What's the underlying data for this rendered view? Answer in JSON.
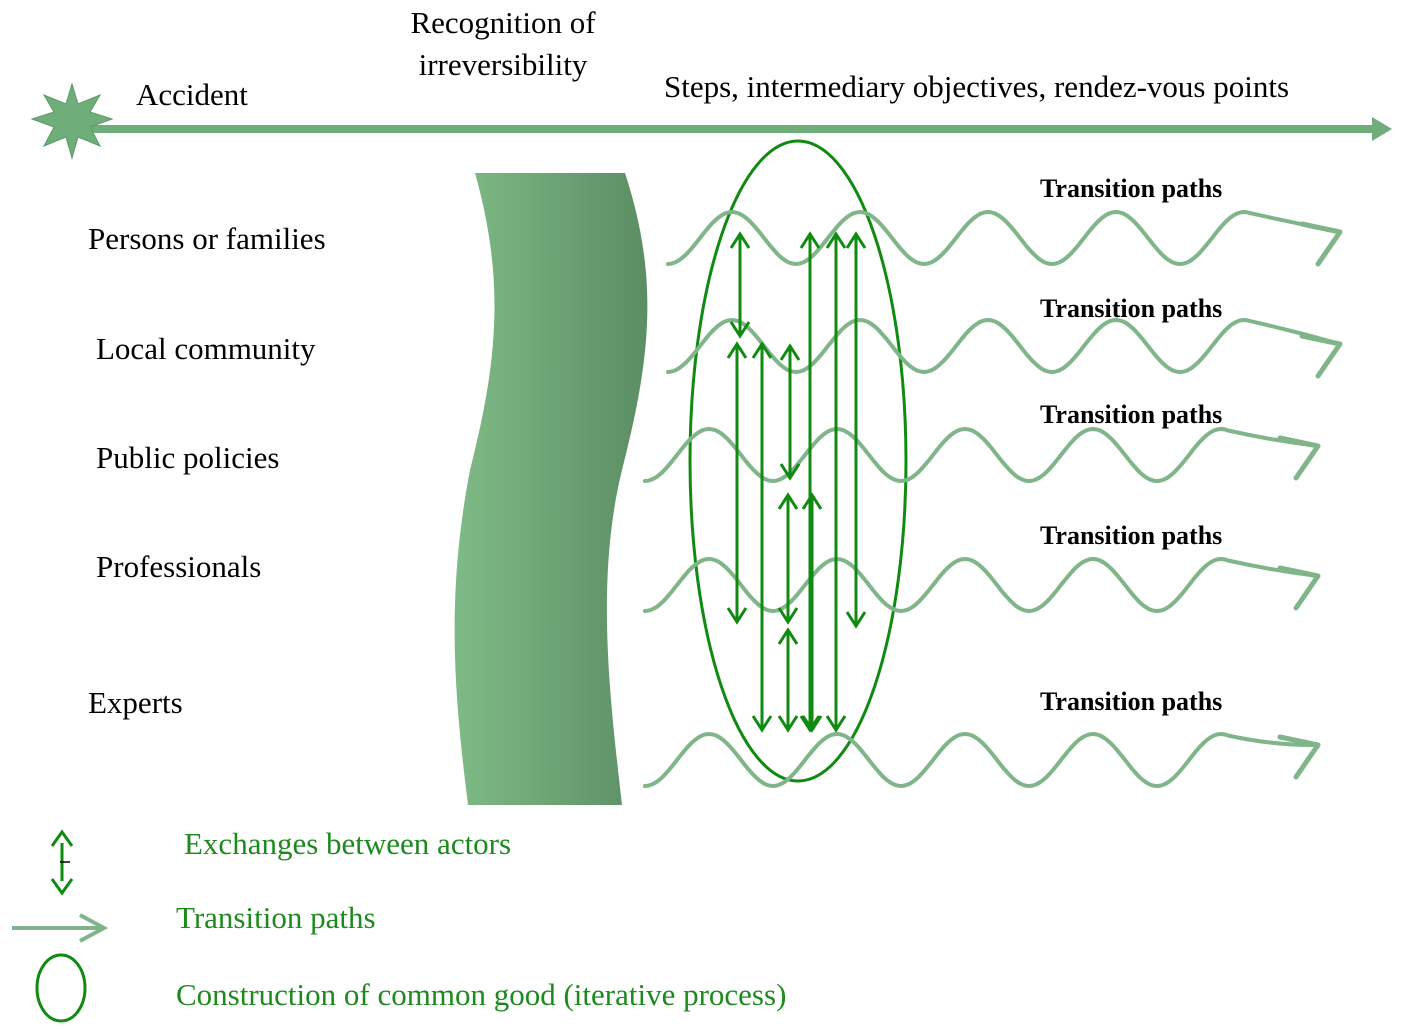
{
  "header": {
    "accident": "Accident",
    "recognition_line1": "Recognition of",
    "recognition_line2": "irreversibility",
    "steps": "Steps, intermediary objectives, rendez-vous points"
  },
  "actors": [
    "Persons or families",
    "Local community",
    "Public policies",
    "Professionals",
    "Experts"
  ],
  "transition_labels": [
    "Transition paths",
    "Transition paths",
    "Transition paths",
    "Transition paths",
    "Transition paths"
  ],
  "legend": {
    "exchanges": "Exchanges between actors",
    "transition": "Transition paths",
    "construction": "Construction of common good (iterative process)"
  },
  "colors": {
    "wave": "#7fb589",
    "arrow_dark": "#108a10",
    "band_light": "#7fbb86",
    "band_dark": "#5e8f66",
    "legend_text": "#1d8a1d",
    "timeline": "#6fae7a"
  }
}
